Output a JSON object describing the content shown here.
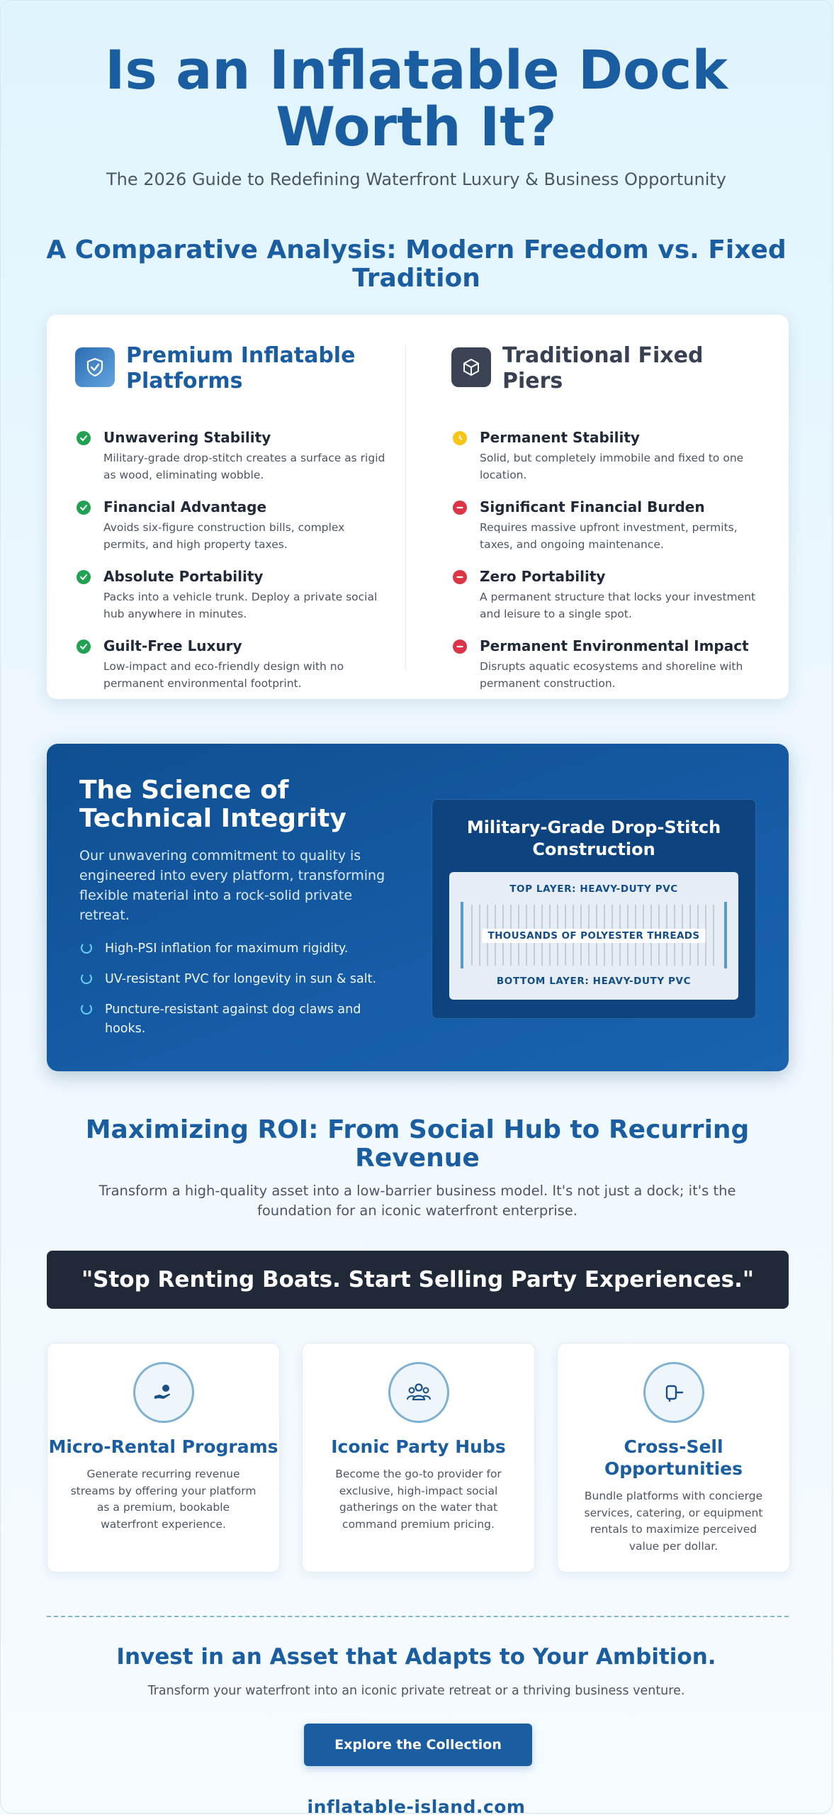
{
  "hero": {
    "title": "Is an Inflatable Dock Worth It?",
    "subtitle": "The 2026 Guide to Redefining Waterfront Luxury & Business Opportunity"
  },
  "comparison": {
    "title": "A Comparative Analysis: Modern Freedom vs. Fixed Tradition",
    "inflatable": {
      "heading": "Premium Inflatable Platforms",
      "icon": "shield-check-icon",
      "items": [
        {
          "title": "Unwavering Stability",
          "text": "Military-grade drop-stitch creates a surface as rigid as wood, eliminating wobble.",
          "status": "check"
        },
        {
          "title": "Financial Advantage",
          "text": "Avoids six-figure construction bills, complex permits, and high property taxes.",
          "status": "check"
        },
        {
          "title": "Absolute Portability",
          "text": "Packs into a vehicle trunk. Deploy a private social hub anywhere in minutes.",
          "status": "check"
        },
        {
          "title": "Guilt-Free Luxury",
          "text": "Low-impact and eco-friendly design with no permanent environmental footprint.",
          "status": "check"
        }
      ]
    },
    "traditional": {
      "heading": "Traditional Fixed Piers",
      "icon": "cube-icon",
      "items": [
        {
          "title": "Permanent Stability",
          "text": "Solid, but completely immobile and fixed to one location.",
          "status": "warning"
        },
        {
          "title": "Significant Financial Burden",
          "text": "Requires massive upfront investment, permits, taxes, and ongoing maintenance.",
          "status": "minus"
        },
        {
          "title": "Zero Portability",
          "text": "A permanent structure that locks your investment and leisure to a single spot.",
          "status": "minus"
        },
        {
          "title": "Permanent Environmental Impact",
          "text": "Disrupts aquatic ecosystems and shoreline with permanent construction.",
          "status": "minus"
        }
      ]
    }
  },
  "science": {
    "title": "The Science of Technical Integrity",
    "description": "Our unwavering commitment to quality is engineered into every platform, transforming flexible material into a rock-solid private retreat.",
    "points": [
      "High-PSI inflation for maximum rigidity.",
      "UV-resistant PVC for longevity in sun & salt.",
      "Puncture-resistant against dog claws and hooks."
    ],
    "diagram": {
      "title": "Military-Grade Drop-Stitch Construction",
      "top_label": "TOP LAYER: HEAVY-DUTY PVC",
      "middle_label": "THOUSANDS OF POLYESTER THREADS",
      "bottom_label": "BOTTOM LAYER: HEAVY-DUTY PVC"
    }
  },
  "roi": {
    "title": "Maximizing ROI: From Social Hub to Recurring Revenue",
    "description": "Transform a high-quality asset into a low-barrier business model. It's not just a dock; it's the foundation for an iconic waterfront enterprise.",
    "quote": "\"Stop Renting Boats. Start Selling Party Experiences.\"",
    "cards": [
      {
        "title": "Micro-Rental Programs",
        "text": "Generate recurring revenue streams by offering your platform as a premium, bookable waterfront experience.",
        "icon": "hand-coin-icon"
      },
      {
        "title": "Iconic Party Hubs",
        "text": "Become the go-to provider for exclusive, high-impact social gatherings on the water that command premium pricing.",
        "icon": "people-group-icon"
      },
      {
        "title": "Cross-Sell Opportunities",
        "text": "Bundle platforms with concierge services, catering, or equipment rentals to maximize perceived value per dollar.",
        "icon": "plug-icon"
      }
    ]
  },
  "cta": {
    "title": "Invest in an Asset that Adapts to Your Ambition.",
    "description": "Transform your waterfront into an iconic private retreat or a thriving business venture.",
    "button_label": "Explore the Collection",
    "site": "inflatable-island.com"
  },
  "colors": {
    "brand_blue": "#1a5ea1",
    "dark_navy": "#1f2937",
    "check_green": "#22a152",
    "minus_red": "#dc3545",
    "warning_yellow": "#f5c518",
    "accent_cyan": "#67d5f5"
  }
}
